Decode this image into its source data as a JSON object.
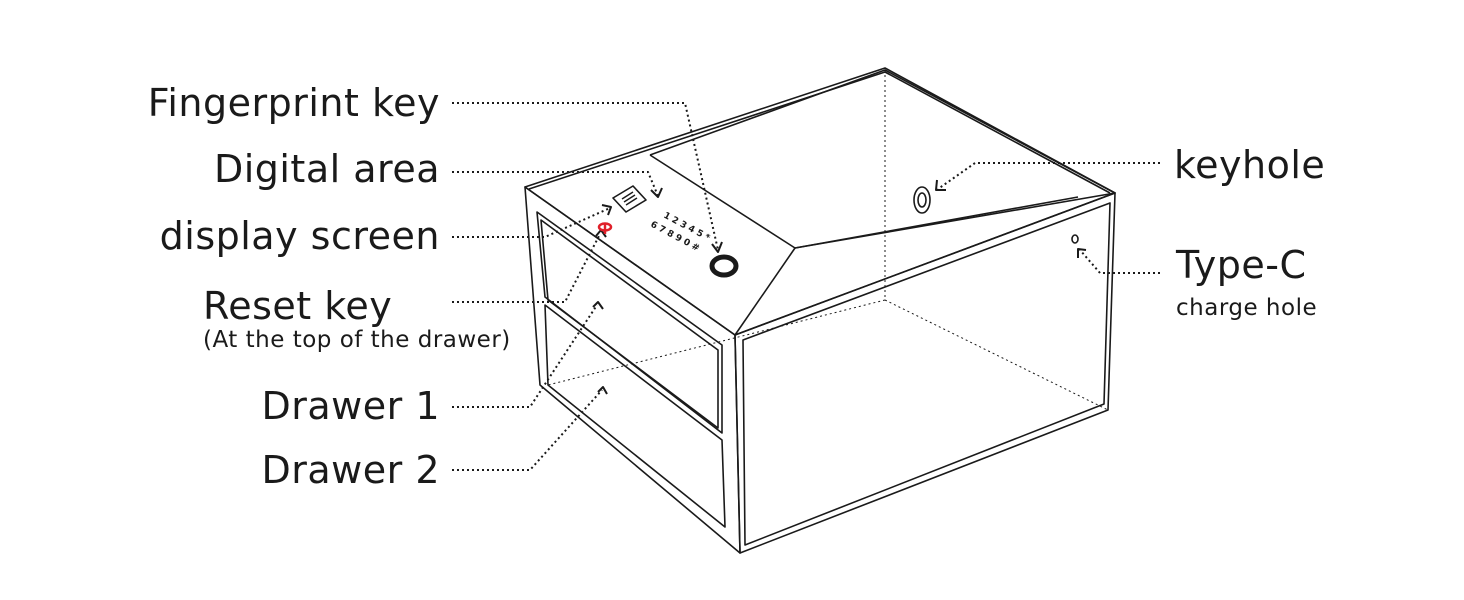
{
  "labels": {
    "fingerprint_key": "Fingerprint key",
    "digital_area": "Digital area",
    "display_screen": "display screen",
    "reset_key": "Reset key",
    "reset_key_note": "(At the top of the drawer)",
    "drawer_1": "Drawer 1",
    "drawer_2": "Drawer 2",
    "keyhole": "keyhole",
    "type_c": "Type-C",
    "type_c_note": "charge hole"
  },
  "keypad": {
    "row1": "12345*",
    "row2": "67890#"
  },
  "colors": {
    "line": "#1a1a1a",
    "reset_key": "#e0202a"
  }
}
